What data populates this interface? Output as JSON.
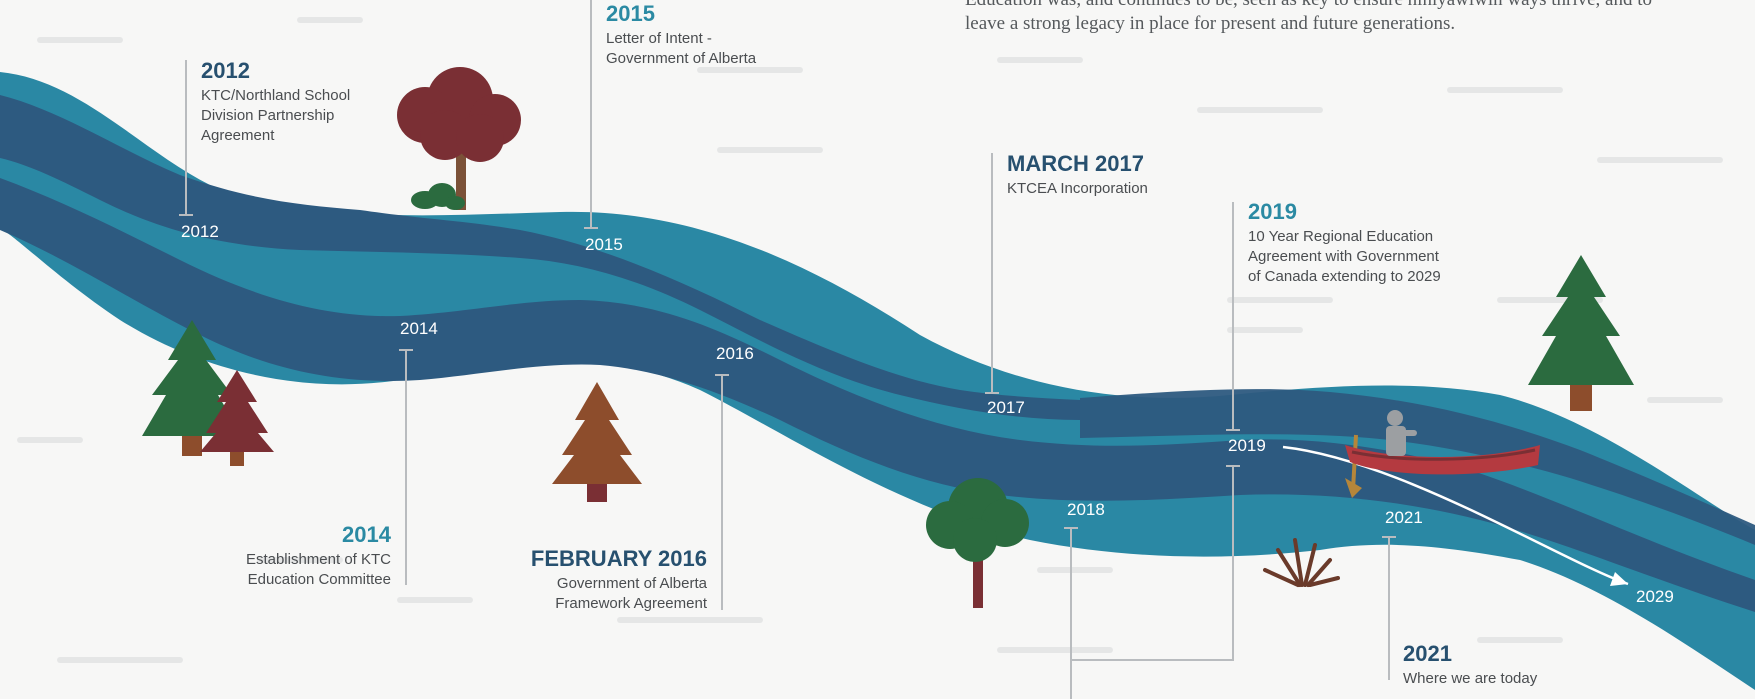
{
  "intro_text": "Education was, and continues to be, seen as key to ensure niniyawiwin ways thrive, and to leave a strong legacy in place for present and future generations.",
  "events": [
    {
      "year": "2012",
      "desc": "KTC/Northland School\nDivision Partnership\nAgreement"
    },
    {
      "year": "2015",
      "desc": "Letter of Intent -\nGovernment of Alberta"
    },
    {
      "year": "MARCH 2017",
      "desc": "KTCEA Incorporation"
    },
    {
      "year": "2019",
      "desc": "10 Year Regional Education\nAgreement with Government\nof Canada extending to 2029"
    },
    {
      "year": "2014",
      "desc": "Establishment of KTC\nEducation Committee"
    },
    {
      "year": "FEBRUARY 2016",
      "desc": "Government of Alberta\nFramework Agreement"
    },
    {
      "year": "2021",
      "desc": "Where we are today"
    }
  ],
  "river_years": [
    "2012",
    "2014",
    "2015",
    "2016",
    "2017",
    "2018",
    "2019",
    "2021",
    "2029"
  ],
  "colors": {
    "background": "#f7f7f6",
    "river_teal": "#2a88a4",
    "river_navy": "#2d5a80",
    "heading_teal": "#2b8aa3",
    "heading_navy": "#27506f",
    "tree_green": "#2b6b3f",
    "tree_maroon": "#7a2f34",
    "tree_brown": "#8d4d2c",
    "canoe_red": "#b43a40",
    "leader_line": "#b9bcbf"
  },
  "icons": [
    "tree-icon",
    "pine-tree-icon",
    "bush-icon",
    "canoe-icon",
    "paddler-icon",
    "grass-icon"
  ]
}
